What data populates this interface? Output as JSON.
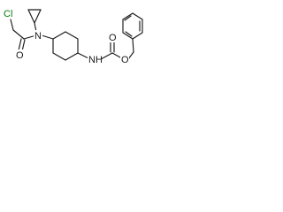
{
  "structure": {
    "labels": {
      "chlorine": "Cl",
      "amide_oxygen": "O",
      "amine_nitrogen": "N",
      "carbamate_nh": "NH",
      "carbamate_carbonyl_oxygen": "O",
      "carbamate_ester_oxygen": "O"
    },
    "colors": {
      "bond": "#1a1a1a",
      "chlorine": "#0a7a0a",
      "background": "#ffffff"
    }
  }
}
